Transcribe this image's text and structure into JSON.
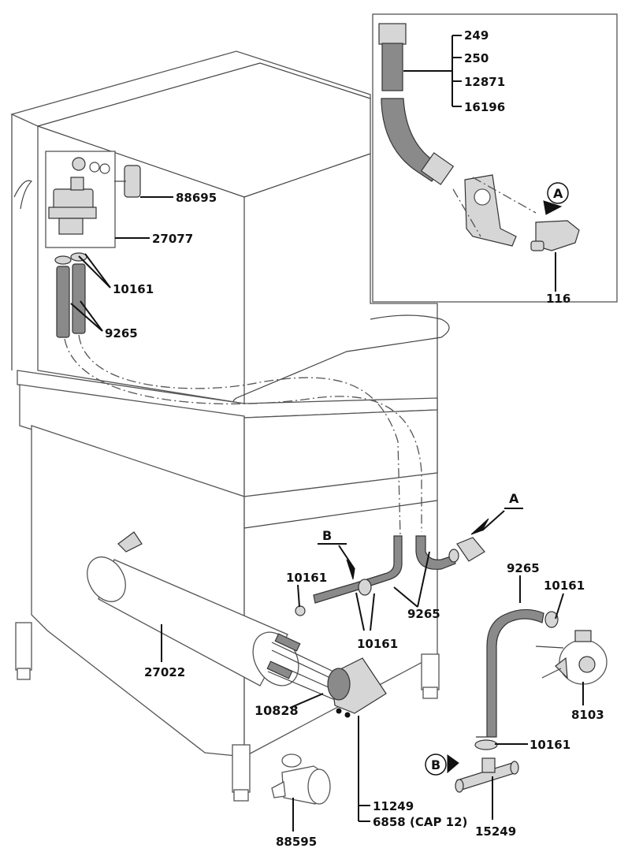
{
  "labels": {
    "p249": "249",
    "p250": "250",
    "p12871": "12871",
    "p16196": "16196",
    "p116": "116",
    "p88695": "88695",
    "p27077": "27077",
    "p10161_top": "10161",
    "p9265_top": "9265",
    "p10161_left": "10161",
    "p10161_mid": "10161",
    "p9265_mid": "9265",
    "p27022": "27022",
    "p10828": "10828",
    "p11249": "11249",
    "p6858": "6858 (CAP 12)",
    "p88595": "88595",
    "p9265_right": "9265",
    "p10161_right_top": "10161",
    "p8103": "8103",
    "p10161_right_bottom": "10161",
    "p15249": "15249"
  },
  "callouts": {
    "a_circle": "A",
    "a_underlined": "A",
    "b_underlined": "B",
    "b_circle": "B"
  }
}
